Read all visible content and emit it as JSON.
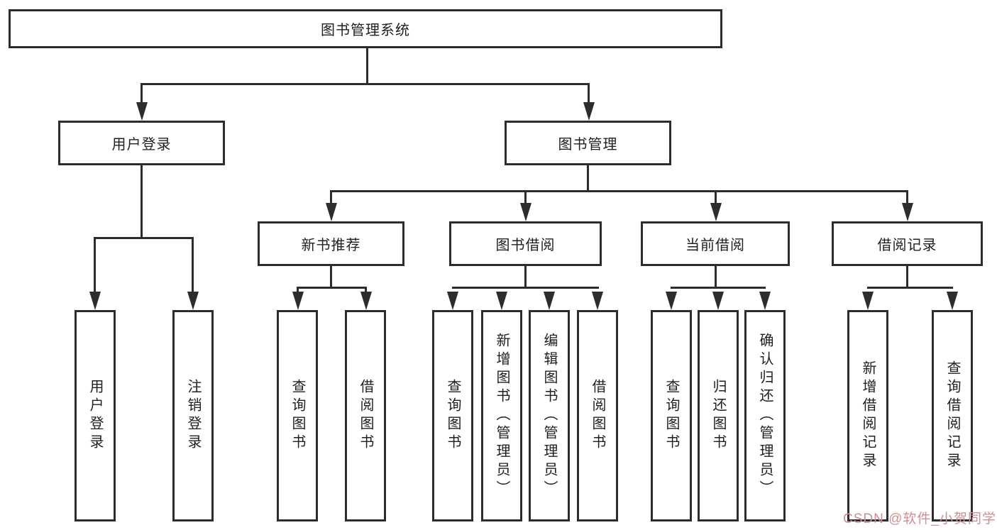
{
  "diagram": {
    "root": {
      "label": "图书管理系统"
    },
    "branches": {
      "user_login": {
        "label": "用户登录",
        "children": [
          "用户登录",
          "注销登录"
        ]
      },
      "book_management": {
        "label": "图书管理",
        "children": {
          "new_book_recommend": {
            "label": "新书推荐",
            "children": [
              "查询图书",
              "借阅图书"
            ]
          },
          "book_borrow": {
            "label": "图书借阅",
            "children": [
              "查询图书",
              "新增图书（管理员）",
              "编辑图书（管理员）",
              "借阅图书"
            ]
          },
          "current_borrow": {
            "label": "当前借阅",
            "children": [
              "查询图书",
              "归还图书",
              "确认归还（管理员）"
            ]
          },
          "borrow_records": {
            "label": "借阅记录",
            "children": [
              "新增借阅记录",
              "查询借阅记录"
            ]
          }
        }
      }
    }
  },
  "watermark": {
    "text": "CSDN @软件_小贺同学",
    "color": "#d08f8f"
  },
  "colors": {
    "line": "#2d2d2d",
    "node_border": "#2d2d2d",
    "text": "#1f1f1f",
    "background": "#ffffff"
  }
}
